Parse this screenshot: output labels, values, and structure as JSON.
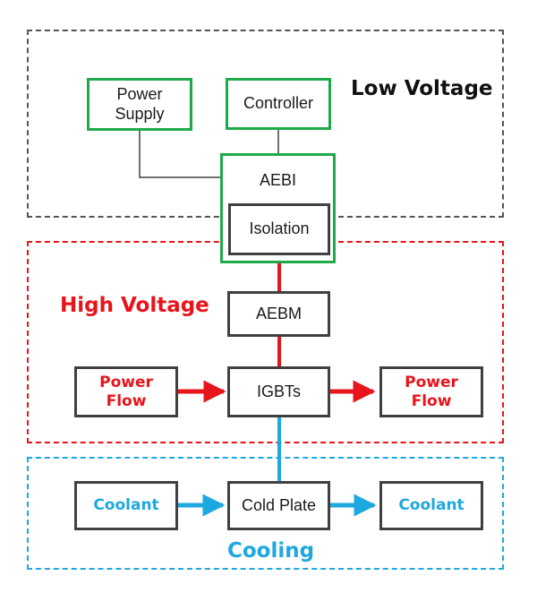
{
  "colors": {
    "low_voltage": "#555555",
    "high_voltage": "#e8141b",
    "cooling": "#1ea8e0",
    "controller_box": "#1faa4a",
    "component_box": "#404040",
    "signal_line": "#404040"
  },
  "regions": {
    "low_voltage": "Low Voltage",
    "high_voltage": "High Voltage",
    "cooling": "Cooling"
  },
  "blocks": {
    "power_supply": {
      "line1": "Power",
      "line2": "Supply"
    },
    "controller": "Controller",
    "aebi": "AEBI",
    "isolation": "Isolation",
    "aebm": "AEBM",
    "igbts": "IGBTs",
    "power_flow_in": {
      "line1": "Power",
      "line2": "Flow"
    },
    "power_flow_out": {
      "line1": "Power",
      "line2": "Flow"
    },
    "coolant_in": "Coolant",
    "cold_plate": "Cold Plate",
    "coolant_out": "Coolant"
  }
}
